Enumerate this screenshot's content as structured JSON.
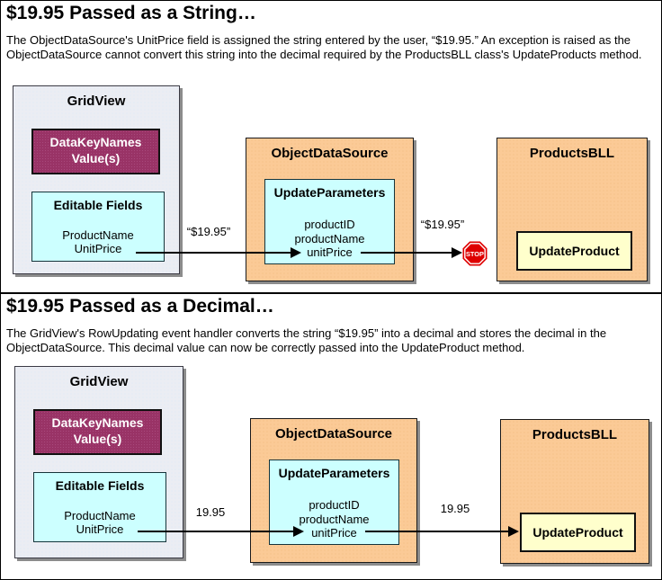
{
  "colors": {
    "panel_border": "#000000",
    "gridview_bg": "#EBEDF3",
    "datakeynames_bg": "#993366",
    "cyan_bg": "#CCFFFF",
    "orange_bg": "#FBCA96",
    "yellow_bg": "#FFFFCC",
    "stop_red": "#DE0000",
    "arrow_color": "#000000",
    "shadow": "#8C8C8C"
  },
  "panels": [
    {
      "title": "$19.95 Passed as a String…",
      "description": "The ObjectDataSource's UnitPrice field is assigned the string entered by the user, “$19.95.” An exception is raised as the ObjectDataSource cannot convert this string into the decimal required by the ProductsBLL class's UpdateProducts method.",
      "gridview": {
        "title": "GridView",
        "datakeynames": {
          "line1": "DataKeyNames",
          "line2": "Value(s)"
        },
        "editable_fields": {
          "title": "Editable Fields",
          "fields": [
            "ProductName",
            "UnitPrice"
          ]
        }
      },
      "objectdatasource": {
        "title": "ObjectDataSource",
        "updateparameters": {
          "title": "UpdateParameters",
          "params": [
            "productID",
            "productName",
            "unitPrice"
          ]
        }
      },
      "productsbll": {
        "title": "ProductsBLL",
        "method": "UpdateProduct"
      },
      "arrow1_label": "“$19.95”",
      "arrow2_label": "“$19.95”",
      "stop_label": "STOP"
    },
    {
      "title": "$19.95 Passed as a Decimal…",
      "description": "The GridView's RowUpdating event handler converts the string “$19.95” into a decimal and stores the decimal in the ObjectDataSource. This decimal value can now be correctly passed into the UpdateProduct method.",
      "gridview": {
        "title": "GridView",
        "datakeynames": {
          "line1": "DataKeyNames",
          "line2": "Value(s)"
        },
        "editable_fields": {
          "title": "Editable Fields",
          "fields": [
            "ProductName",
            "UnitPrice"
          ]
        }
      },
      "objectdatasource": {
        "title": "ObjectDataSource",
        "updateparameters": {
          "title": "UpdateParameters",
          "params": [
            "productID",
            "productName",
            "unitPrice"
          ]
        }
      },
      "productsbll": {
        "title": "ProductsBLL",
        "method": "UpdateProduct"
      },
      "arrow1_label": "19.95",
      "arrow2_label": "19.95"
    }
  ]
}
